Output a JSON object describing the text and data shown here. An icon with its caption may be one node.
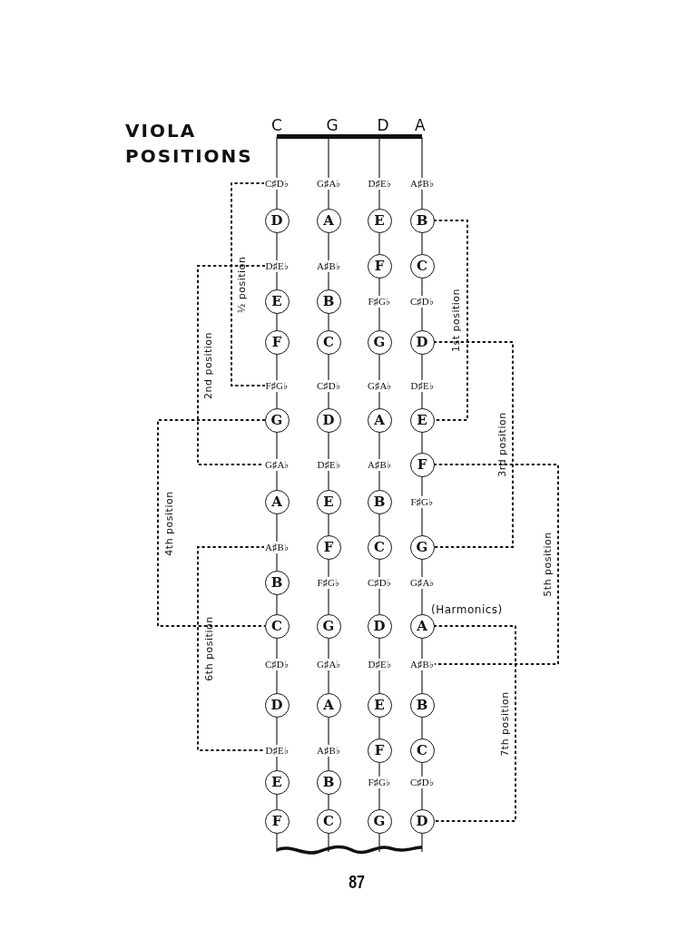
{
  "diagram": {
    "title": "VIOLA POSITIONS",
    "nodes": [
      {
        "text": [
          "C♯D♭"
        ]
      },
      {
        "text": [
          "G♯A♭"
        ]
      },
      {
        "text": [
          "D♯E♭"
        ]
      },
      {
        "text": [
          "A♯B♭"
        ]
      },
      {
        "text": [
          "D"
        ]
      },
      {
        "text": [
          "A"
        ]
      },
      {
        "text": [
          "E"
        ]
      },
      {
        "text": [
          "B"
        ]
      },
      {
        "text": [
          "D♯E♭"
        ]
      },
      {
        "text": [
          "A♯B♭"
        ]
      },
      {
        "text": [
          "F"
        ]
      },
      {
        "text": [
          "C"
        ]
      },
      {
        "text": [
          "E"
        ]
      },
      {
        "text": [
          "B"
        ]
      },
      {
        "text": [
          "F♯G♭"
        ]
      },
      {
        "text": [
          "C♯D♭"
        ]
      },
      {
        "text": [
          "F"
        ]
      },
      {
        "text": [
          "C"
        ]
      },
      {
        "text": [
          "G"
        ]
      },
      {
        "text": [
          "D"
        ]
      },
      {
        "text": [
          "F♯G♭"
        ]
      },
      {
        "text": [
          "C♯D♭"
        ]
      },
      {
        "text": [
          "G♯A♭"
        ]
      },
      {
        "text": [
          "D♯E♭"
        ]
      },
      {
        "text": [
          "G"
        ]
      },
      {
        "text": [
          "D"
        ]
      },
      {
        "text": [
          "A"
        ]
      },
      {
        "text": [
          "E"
        ]
      },
      {
        "text": [
          "G♯A♭"
        ]
      },
      {
        "text": [
          "D♯E♭"
        ]
      },
      {
        "text": [
          "A♯B♭"
        ]
      },
      {
        "text": [
          "F"
        ]
      },
      {
        "text": [
          "A"
        ]
      },
      {
        "text": [
          "E"
        ]
      },
      {
        "text": [
          "B"
        ]
      },
      {
        "text": [
          "F♯G♭"
        ]
      },
      {
        "text": [
          "A♯B♭"
        ]
      },
      {
        "text": [
          "F"
        ]
      },
      {
        "text": [
          "C"
        ]
      },
      {
        "text": [
          "G"
        ]
      },
      {
        "text": [
          "B"
        ]
      },
      {
        "text": [
          "F♯G♭"
        ]
      },
      {
        "text": [
          "C♯D♭"
        ]
      },
      {
        "text": [
          "G♯A♭"
        ]
      },
      {
        "text": [
          "C"
        ]
      },
      {
        "text": [
          "G"
        ]
      },
      {
        "text": [
          "D"
        ]
      },
      {
        "text": [
          "A"
        ],
        "beside": [
          "(Harmonics)"
        ]
      },
      {
        "text": [
          "C♯D♭"
        ]
      },
      {
        "text": [
          "G♯A♭"
        ]
      },
      {
        "text": [
          "D♯E♭"
        ]
      },
      {
        "text": [
          "A♯B♭"
        ]
      },
      {
        "text": [
          "D"
        ]
      },
      {
        "text": [
          "A"
        ]
      },
      {
        "text": [
          "E"
        ]
      },
      {
        "text": [
          "B"
        ]
      },
      {
        "text": [
          "D♯E♭"
        ]
      },
      {
        "text": [
          "A♯B♭"
        ]
      },
      {
        "text": [
          "F"
        ]
      },
      {
        "text": [
          "C"
        ]
      },
      {
        "text": [
          "E"
        ]
      },
      {
        "text": [
          "B"
        ]
      },
      {
        "text": [
          "F♯G♭"
        ]
      },
      {
        "text": [
          "C♯D♭"
        ]
      },
      {
        "text": [
          "F"
        ]
      },
      {
        "text": [
          "C"
        ]
      },
      {
        "text": [
          "G"
        ]
      },
      {
        "text": [
          "D"
        ]
      }
    ],
    "edges": [
      {
        "from": 0,
        "to": 20,
        "arrow": "none",
        "label": "½ position",
        "style": "dashed"
      },
      {
        "from": 7,
        "to": 27,
        "arrow": "none",
        "label": "1st position",
        "style": "dashed"
      },
      {
        "from": 8,
        "to": 28,
        "arrow": "none",
        "label": "2nd position",
        "style": "dashed"
      },
      {
        "from": 19,
        "to": 39,
        "arrow": "none",
        "label": "3rd position",
        "style": "dashed"
      },
      {
        "from": 24,
        "to": 44,
        "arrow": "none",
        "label": "4th position",
        "style": "dashed"
      },
      {
        "from": 31,
        "to": 51,
        "arrow": "none",
        "label": "5th position",
        "style": "dashed"
      },
      {
        "from": 36,
        "to": 56,
        "arrow": "none",
        "label": "6th position",
        "style": "dashed"
      },
      {
        "from": 47,
        "to": 67,
        "arrow": "none",
        "label": "7th position",
        "style": "dashed"
      }
    ],
    "labels": [
      "C",
      "G",
      "D",
      "A",
      "87"
    ]
  }
}
